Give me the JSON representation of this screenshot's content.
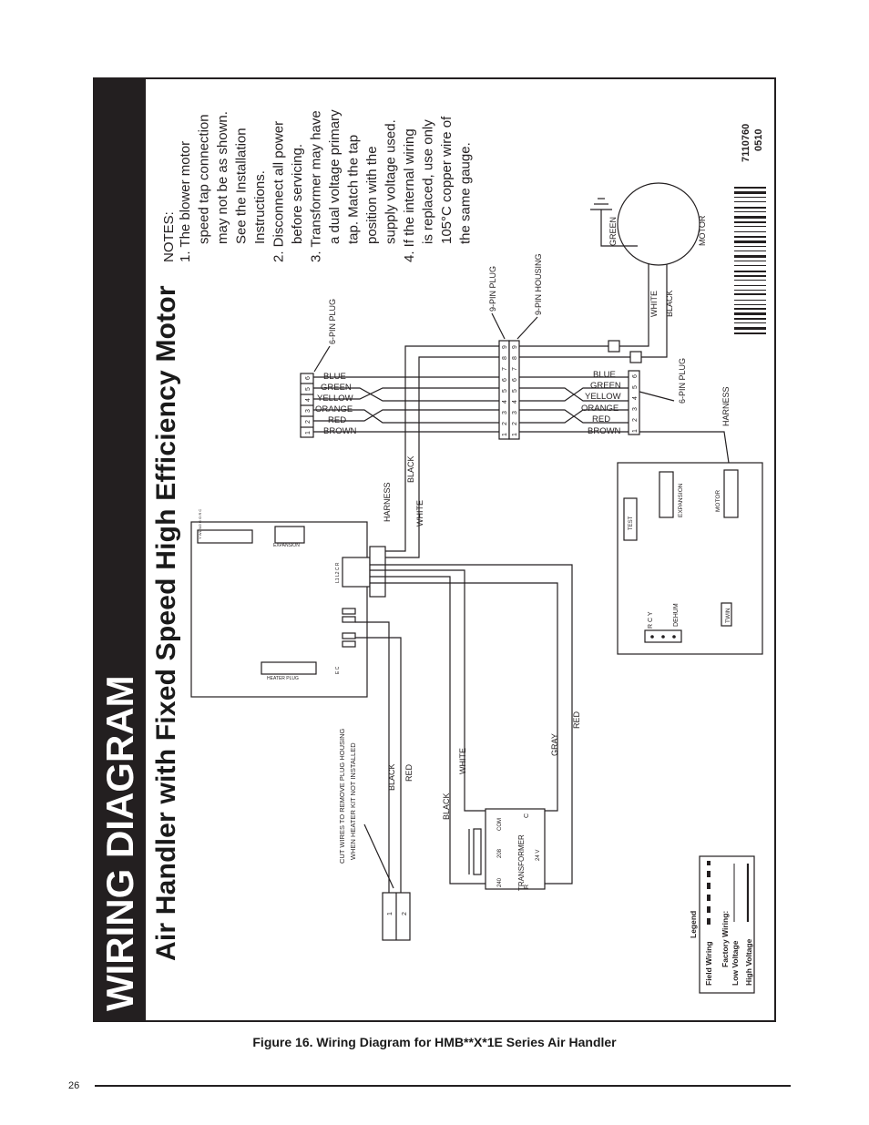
{
  "title": "WIRING DIAGRAM",
  "subtitle": "Air Handler with Fixed Speed High Efficiency Motor",
  "caption": "Figure 16. Wiring Diagram for HMB**X*1E Series Air Handler",
  "page_number": "26",
  "doc_code": "7110760",
  "doc_code2": "0510",
  "notes": {
    "heading": "NOTES:",
    "lines": [
      "1. The blower motor",
      "speed tap connection",
      "may not be as shown.",
      "See the Installation",
      "Instructions.",
      "2. Disconnect all power",
      "before servicing.",
      "3. Transformer may have",
      "a dual voltage primary",
      "tap. Match the tap",
      "position with the",
      "supply voltage used.",
      "4. If the internal wiring",
      "is replaced, use only",
      "105°C copper wire of",
      "the same gauge."
    ]
  },
  "legend": {
    "title": "Legend",
    "field": "Field Wiring",
    "factory": "Factory Wiring:",
    "low": "Low Voltage",
    "high": "High Voltage"
  },
  "labels": {
    "six_pin_plug": "6-PIN PLUG",
    "nine_pin_plug": "9-PIN PLUG",
    "nine_pin_housing": "9-PIN HOUSING",
    "harness": "HARNESS",
    "expansion": "EXPANSION",
    "heater_plug": "HEATER PLUG",
    "motor": "MOTOR",
    "test": "TEST",
    "dehum": "DEHUM",
    "twin": "TWIN",
    "transformer": "TRANSFORMER",
    "cut_wires_1": "CUT WIRES TO REMOVE PLUG HOUSING",
    "cut_wires_2": "WHEN HEATER KIT NOT INSTALLED",
    "t240": "240",
    "t208": "208",
    "tcom": "COM",
    "t24v": "24 V",
    "tr": "R",
    "tc": "C",
    "pin1": "1",
    "pin2": "2",
    "rcy": "R  C  Y",
    "board_terms": "L1  L2  C  R",
    "board_pins": "Y W1 W2 G O R C",
    "ec_lbl": "E C"
  },
  "colors_upper": [
    "BLUE",
    "GREEN",
    "YELLOW",
    "ORANGE",
    "RED",
    "BROWN"
  ],
  "colors_lower": [
    "BLUE",
    "GREEN",
    "YELLOW",
    "ORANGE",
    "RED",
    "BROWN"
  ],
  "wire_labels": {
    "black": "BLACK",
    "white": "WHITE",
    "red": "RED",
    "gray": "GRAY",
    "green": "GREEN"
  },
  "pin_numbers": [
    "1",
    "2",
    "3",
    "4",
    "5",
    "6",
    "7",
    "8",
    "9"
  ]
}
